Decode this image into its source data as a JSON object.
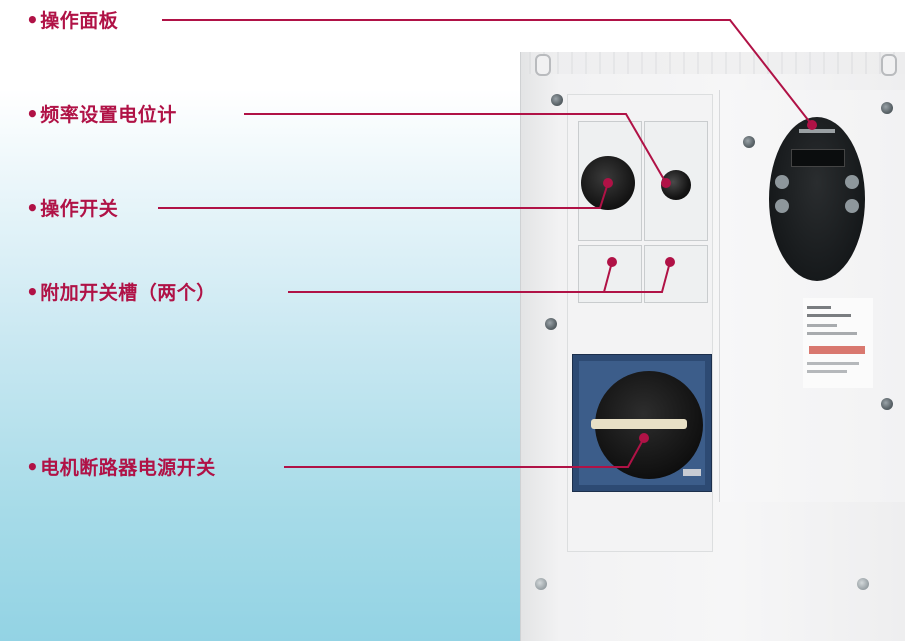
{
  "labels": {
    "operation_panel": "操作面板",
    "frequency_potentiometer": "频率设置电位计",
    "operation_switch": "操作开关",
    "extra_switch_slots": "附加开关槽（两个）",
    "motor_breaker_power_switch": "电机断路器电源开关"
  },
  "bullet": "•",
  "colors": {
    "callout": "#b01246",
    "background_top": "#ffffff",
    "background_bottom": "#93d3e4",
    "device_body": "#f2f2f3",
    "breaker_panel": "#2d4a73"
  }
}
